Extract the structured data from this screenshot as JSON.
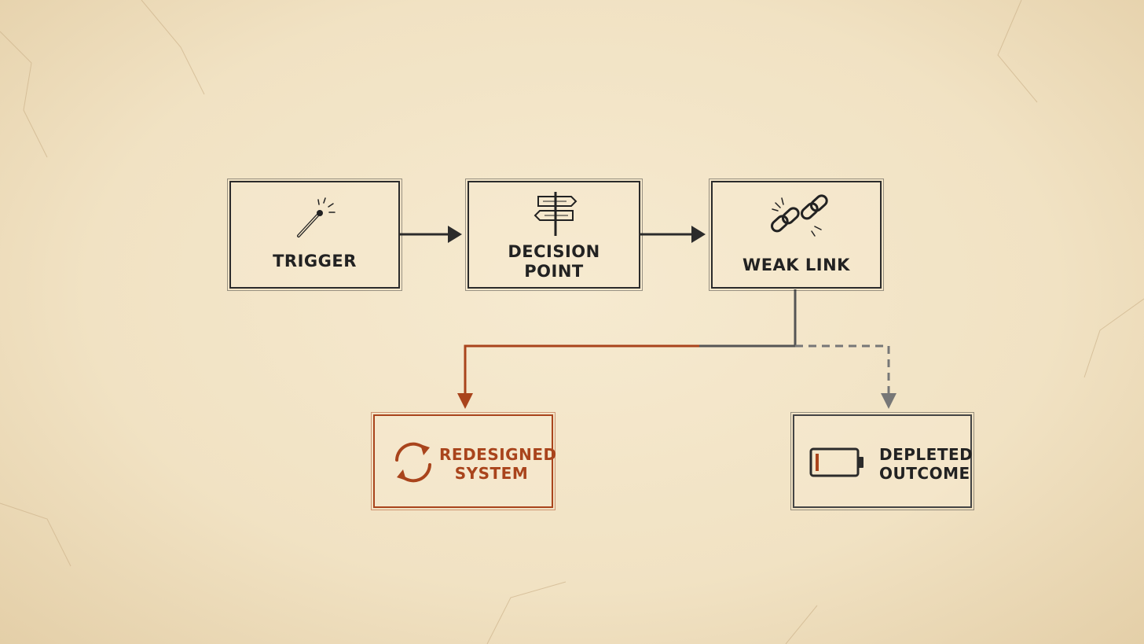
{
  "diagram": {
    "nodes": {
      "trigger": {
        "label": "TRIGGER",
        "icon": "match-icon"
      },
      "decision_point": {
        "label_line1": "DECISION",
        "label_line2": "POINT",
        "icon": "signpost-icon"
      },
      "weak_link": {
        "label": "WEAK LINK",
        "icon": "broken-chain-icon"
      },
      "redesigned_system": {
        "label_line1": "REDESIGNED",
        "label_line2": "SYSTEM",
        "icon": "cycle-arrows-icon"
      },
      "depleted_outcome": {
        "label_line1": "DEPLETED",
        "label_line2": "OUTCOME",
        "icon": "low-battery-icon"
      }
    },
    "colors": {
      "ink": "#2b2b2b",
      "accent": "#a9441c",
      "muted": "#777777",
      "paper": "#f3e5c8"
    }
  }
}
